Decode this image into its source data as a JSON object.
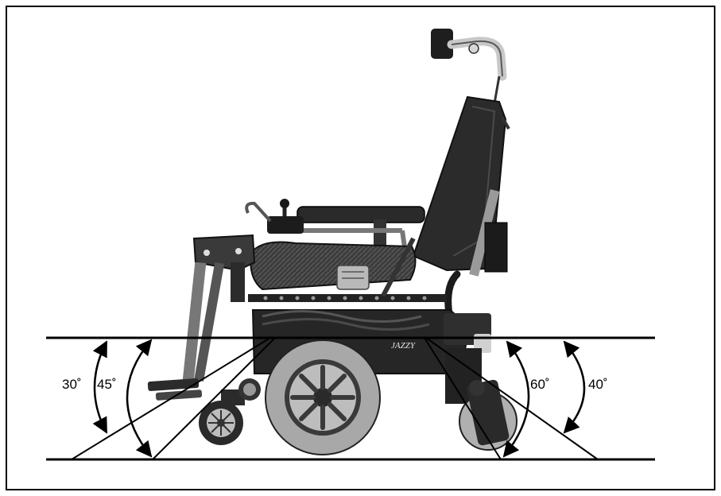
{
  "diagram": {
    "badge": "JAZZY",
    "angles": [
      {
        "id": "rear-30",
        "label": "30˚",
        "value": 30
      },
      {
        "id": "rear-45",
        "label": "45˚",
        "value": 45
      },
      {
        "id": "front-60",
        "label": "60˚",
        "value": 60
      },
      {
        "id": "front-40",
        "label": "40˚",
        "value": 40
      }
    ]
  },
  "colors": {
    "ink": "#000000",
    "background": "#ffffff"
  }
}
